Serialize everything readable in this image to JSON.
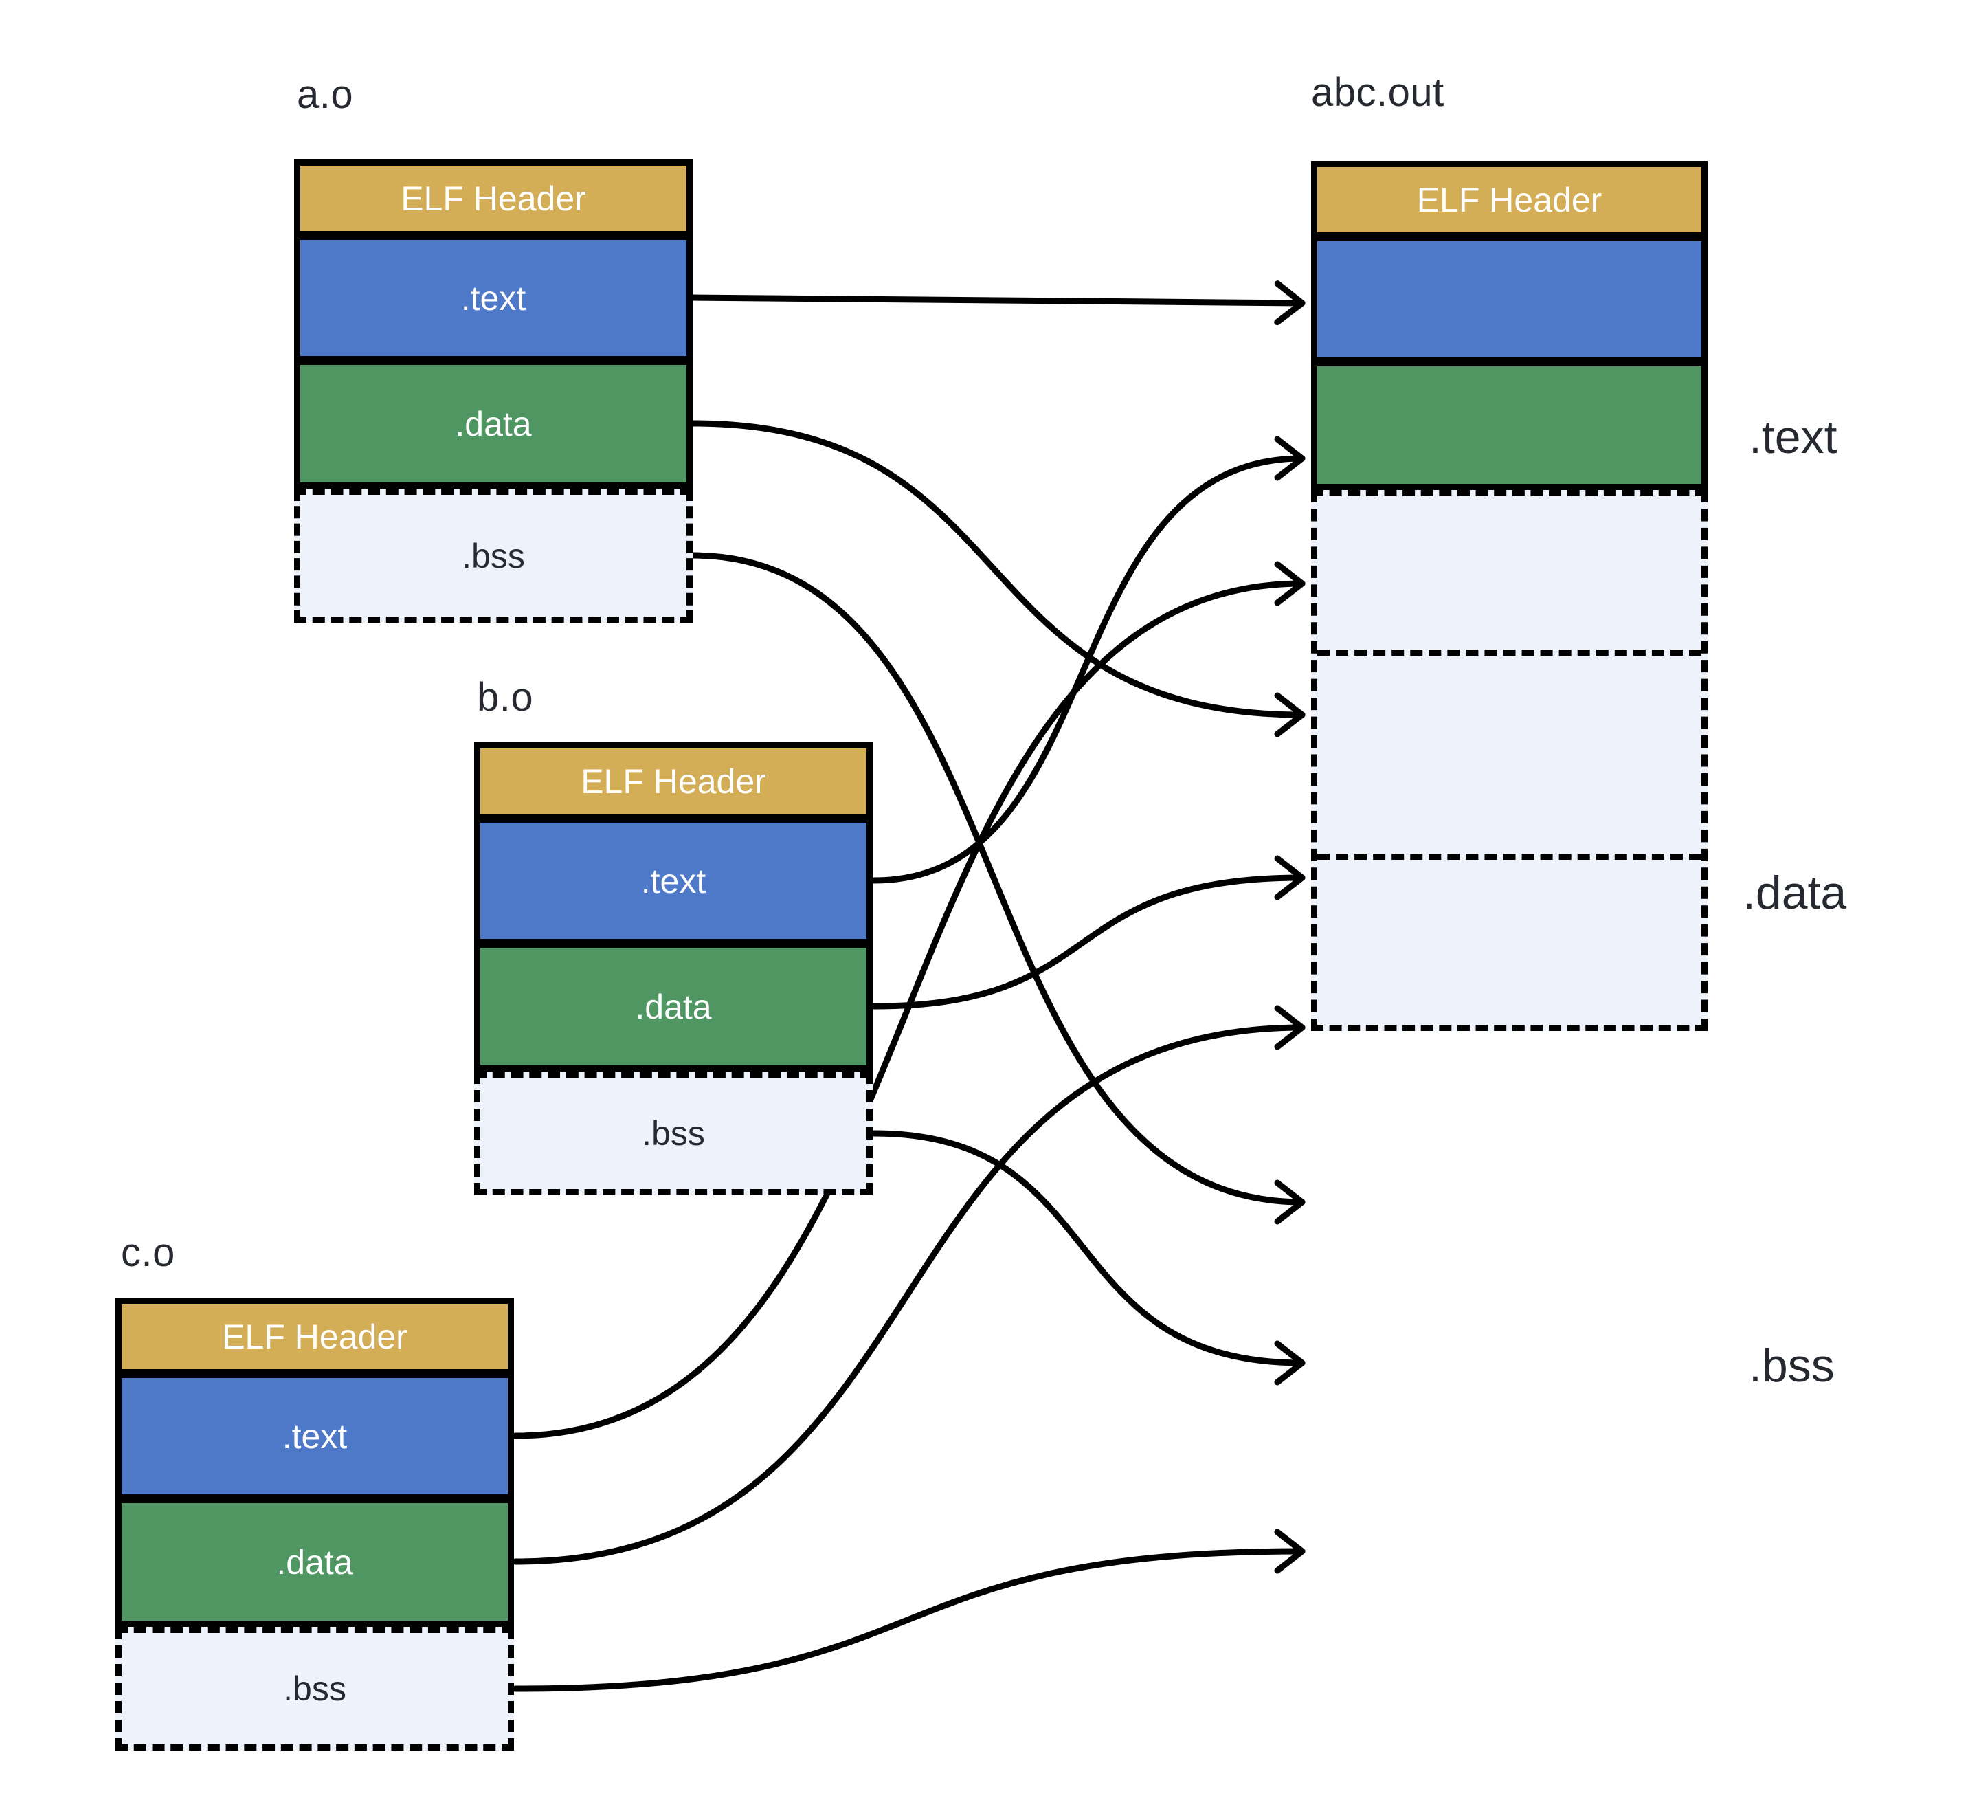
{
  "object_files": [
    {
      "name": "a.o",
      "sections": {
        "header": "ELF Header",
        "text": ".text",
        "data": ".data",
        "bss": ".bss"
      }
    },
    {
      "name": "b.o",
      "sections": {
        "header": "ELF Header",
        "text": ".text",
        "data": ".data",
        "bss": ".bss"
      }
    },
    {
      "name": "c.o",
      "sections": {
        "header": "ELF Header",
        "text": ".text",
        "data": ".data",
        "bss": ".bss"
      }
    }
  ],
  "output_file": {
    "name": "abc.out",
    "sections": {
      "header": "ELF Header"
    },
    "side_labels": {
      "text": ".text",
      "data": ".data",
      "bss": ".bss"
    }
  },
  "links": [
    {
      "from": "a.o .text",
      "to": "abc.out .text (part 1)"
    },
    {
      "from": "b.o .text",
      "to": "abc.out .text (part 2)"
    },
    {
      "from": "c.o .text",
      "to": "abc.out .text (part 3)"
    },
    {
      "from": "a.o .data",
      "to": "abc.out .data (part 1)"
    },
    {
      "from": "b.o .data",
      "to": "abc.out .data (part 2)"
    },
    {
      "from": "c.o .data",
      "to": "abc.out .data (part 3)"
    },
    {
      "from": "a.o .bss",
      "to": "abc.out .bss (part 1)"
    },
    {
      "from": "b.o .bss",
      "to": "abc.out .bss (part 2)"
    },
    {
      "from": "c.o .bss",
      "to": "abc.out .bss (part 3)"
    }
  ],
  "colors": {
    "elf_header_fill": "#d3ae56",
    "text_fill": "#4e78c8",
    "data_fill": "#4f9663",
    "bss_fill": "#eef2fa",
    "line": "#000000",
    "label": "#262a30"
  }
}
